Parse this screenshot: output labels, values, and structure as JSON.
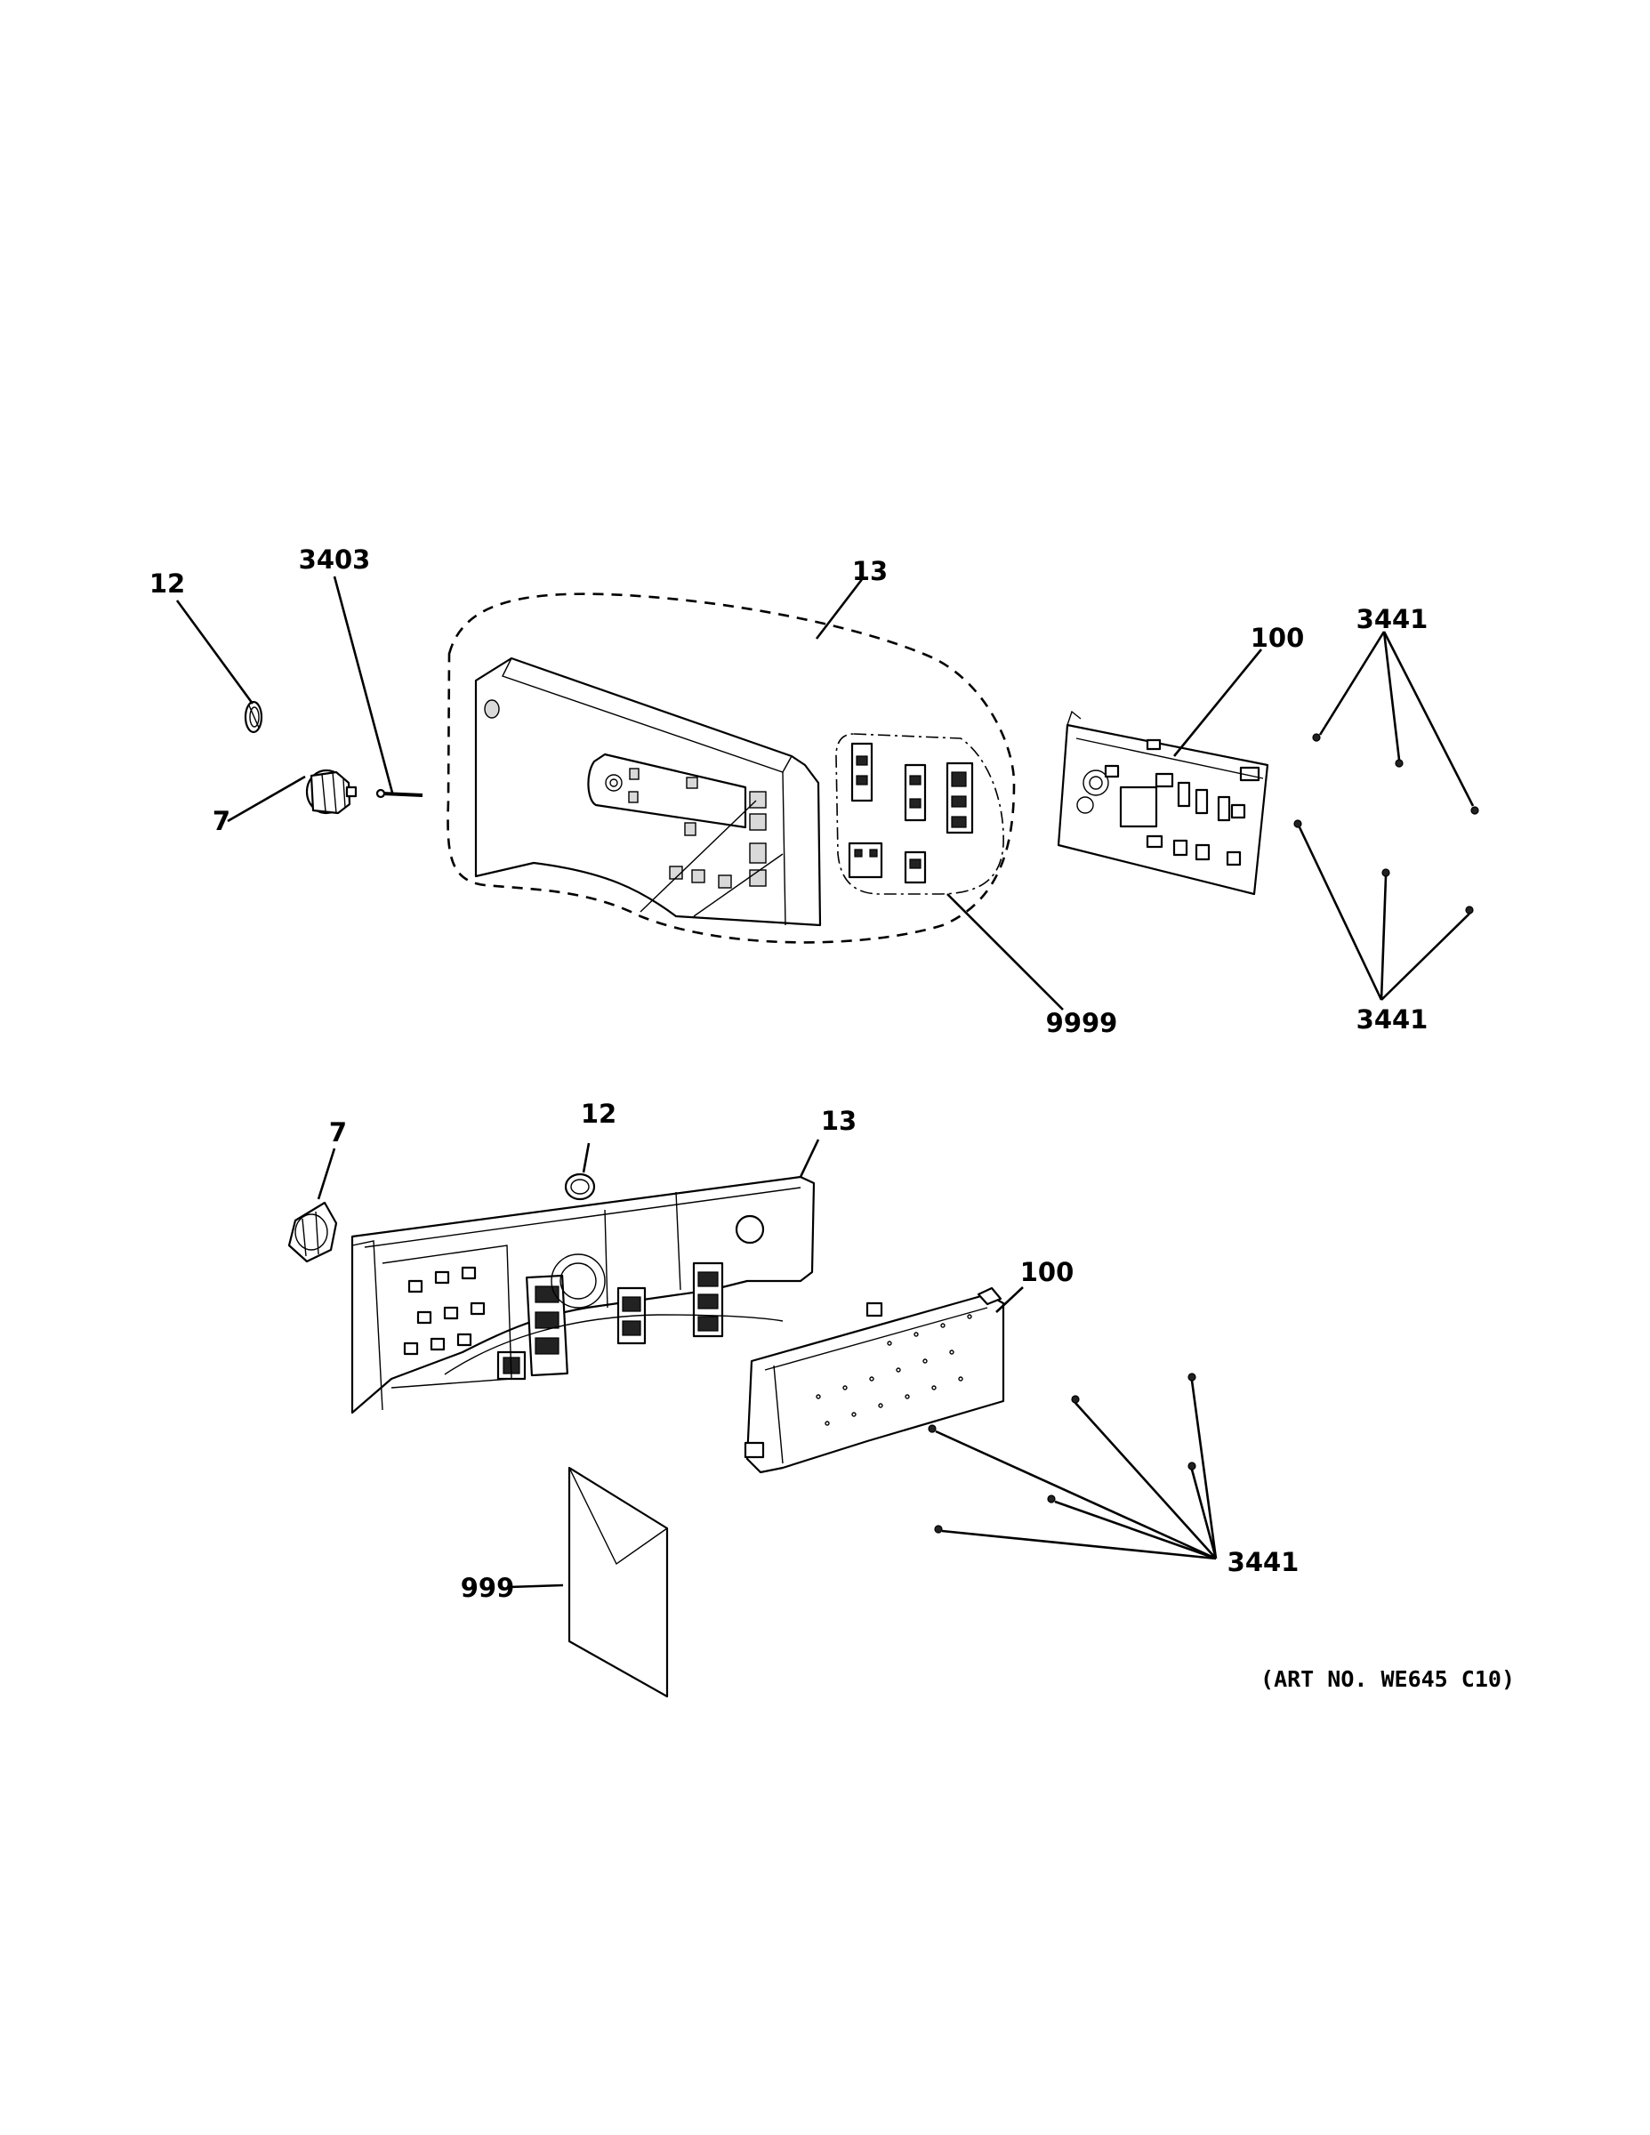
{
  "callouts": {
    "top": {
      "bezel_ring": "12",
      "screw": "3403",
      "control_panel": "13",
      "knob": "7",
      "control_board": "100",
      "screws_upper": "3441",
      "screws_lower": "3441",
      "button_kit": "9999"
    },
    "bottom": {
      "knob": "7",
      "bezel_ring": "12",
      "control_panel": "13",
      "control_board": "100",
      "screws": "3441",
      "literature": "999"
    }
  },
  "art_number": "(ART NO. WE645 C10)"
}
